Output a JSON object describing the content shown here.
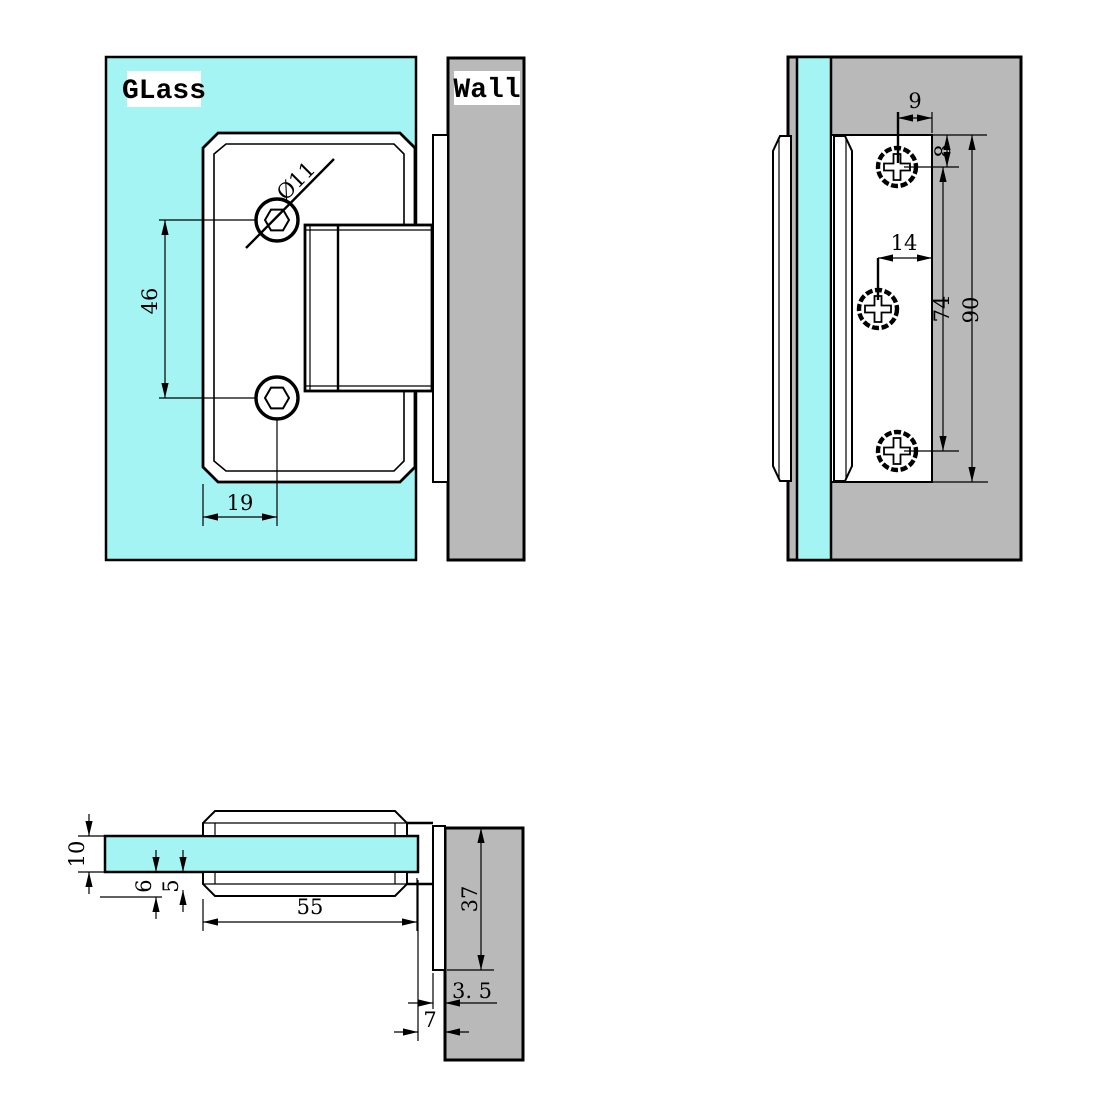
{
  "drawing_title": "glass-door-hinge-technical-drawing",
  "colors": {
    "glass": "#A4F4F4",
    "wall": "#B9B9B9",
    "line": "#000000",
    "background": "#FFFFFF"
  },
  "labels": {
    "glass": "GLass",
    "wall": "Wall"
  },
  "front_view": {
    "hole_diameter": "Ø11",
    "hole_spacing": "46",
    "hole_edge_offset": "19"
  },
  "side_view": {
    "screw_to_edge": "9",
    "top_screw_offset": "8",
    "middle_screw_offset": "14",
    "screw_span": "74",
    "plate_height": "90"
  },
  "section_view": {
    "glass_thickness": "10",
    "clamp_offset_a": "6",
    "clamp_offset_b": "5",
    "clamp_width": "55",
    "plate_length": "37",
    "plate_thickness": "3. 5",
    "wall_gap": "7"
  }
}
